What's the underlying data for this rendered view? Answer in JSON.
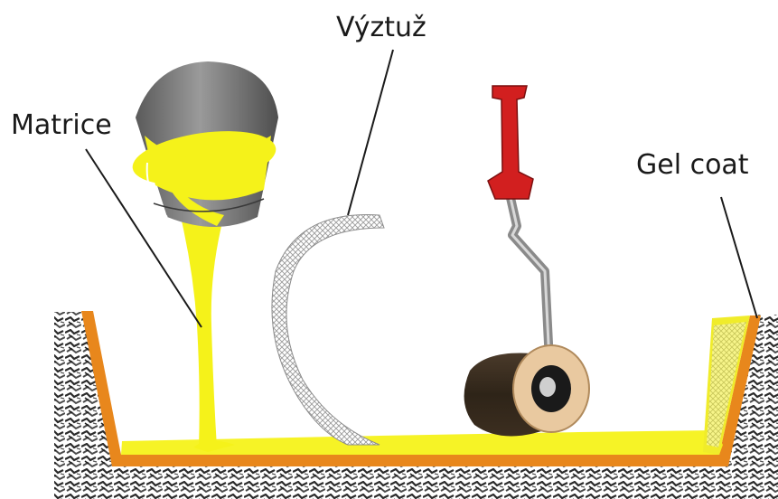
{
  "labels": {
    "reinforcement": "Výztuž",
    "matrix": "Matrice",
    "gel_coat": "Gel coat"
  },
  "colors": {
    "resin_yellow": "#f5f21a",
    "gel_coat_orange": "#e8871c",
    "bucket_grey": "#7a7a7a",
    "roller_handle_red": "#d21f1f",
    "roller_tan": "#e9c9a0",
    "mold_texture": "#3a3a3a"
  },
  "icons": {
    "bucket": "bucket-icon",
    "paint_roller": "paint-roller-icon",
    "fiber_roll": "fiber-roll-icon"
  }
}
